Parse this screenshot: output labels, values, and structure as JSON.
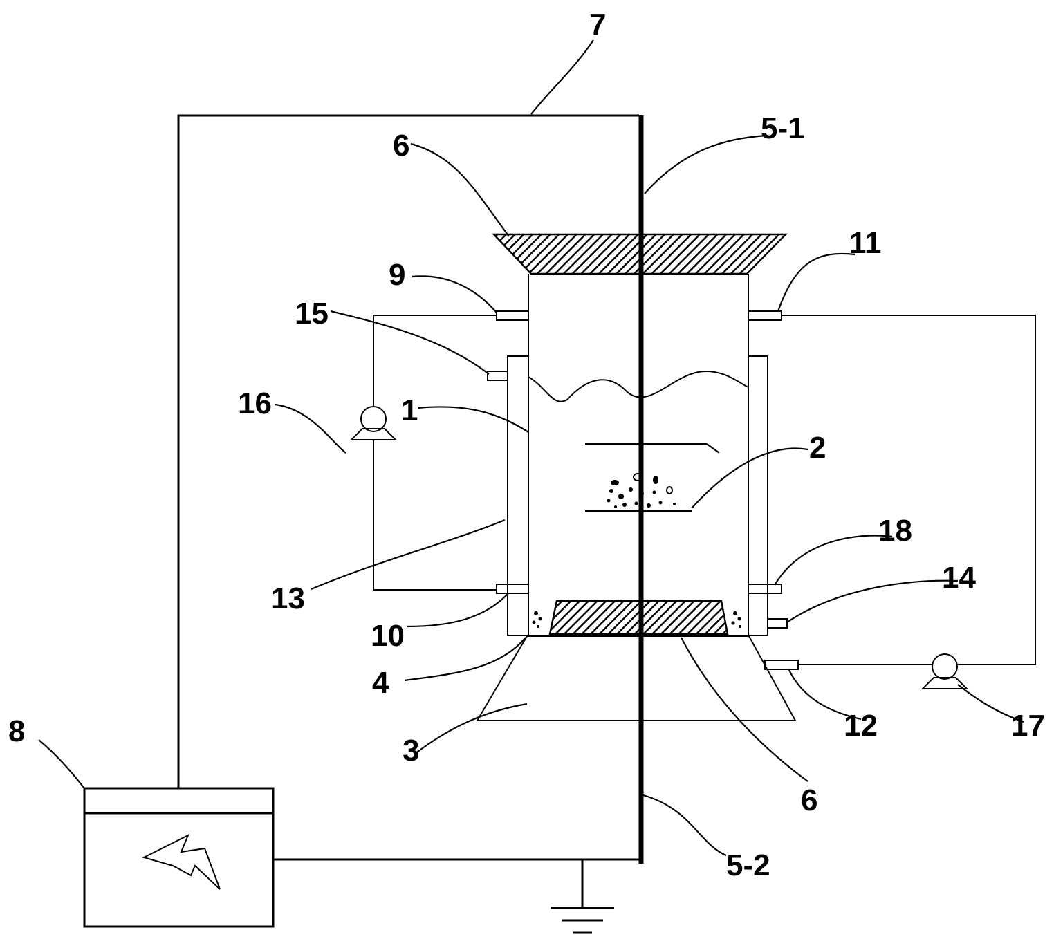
{
  "labels": {
    "l7": "7",
    "l51": "5-1",
    "l6top": "6",
    "l11": "11",
    "l9": "9",
    "l15": "15",
    "l16": "16",
    "l1": "1",
    "l2": "2",
    "l18": "18",
    "l14": "14",
    "l13": "13",
    "l10": "10",
    "l4": "4",
    "l3": "3",
    "l12": "12",
    "l17": "17",
    "l8": "8",
    "l6bot": "6",
    "l52": "5-2"
  }
}
